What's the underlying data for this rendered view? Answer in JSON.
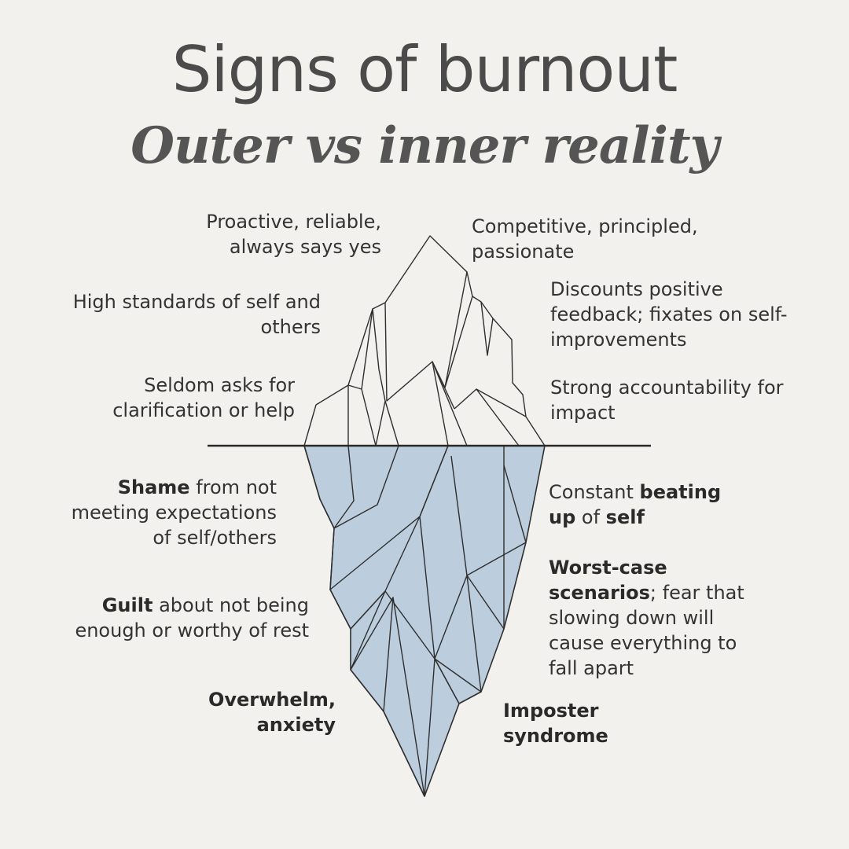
{
  "header": {
    "title": "Signs of burnout",
    "subtitle": "Outer vs inner reality"
  },
  "outer": {
    "proactive": "Proactive, reliable, always says yes",
    "standards": "High standards of self and others",
    "seldom": "Seldom asks for clarification or help",
    "competitive": "Competitive, principled, passionate",
    "discounts": "Discounts positive feedback; fixates on self-improvements",
    "accountability": "Strong accountability for impact"
  },
  "inner": {
    "shame_bold": "Shame",
    "shame_rest": " from not meeting expectations of self/others",
    "guilt_bold": "Guilt",
    "guilt_rest": " about not being enough or worthy of rest",
    "overwhelm_bold": "Overwhelm, anxiety",
    "beating_a": "Constant ",
    "beating_bold1": "beating up",
    "beating_b": " of ",
    "beating_bold2": "self",
    "worst_bold": "Worst-case scenarios",
    "worst_rest": "; fear that slowing down will cause everything to fall apart",
    "imposter_bold": "Imposter syndrome"
  },
  "colors": {
    "background": "#f2f1ed",
    "underwater": "#bccddd",
    "stroke": "#2f2f2f"
  }
}
